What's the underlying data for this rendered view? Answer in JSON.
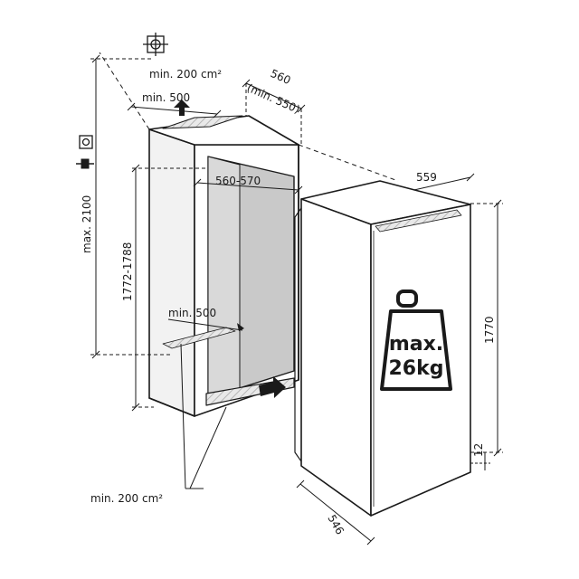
{
  "labels": {
    "vent_top_area": "min. 200 cm²",
    "vent_top_depth": "min. 500",
    "niche_depth": "560",
    "niche_depth_min": "(min. 550)",
    "niche_height_max": "max. 2100",
    "niche_width": "560-570",
    "niche_height": "1772-1788",
    "vent_bottom_depth": "min. 500",
    "vent_bottom_area": "min. 200 cm²",
    "appliance_width": "559",
    "appliance_height": "1770",
    "appliance_depth": "546",
    "plinth_gap": "12",
    "weight_line1": "max.",
    "weight_line2": "26kg"
  },
  "colors": {
    "line": "#1a1a1a",
    "niche_interior": "#c8c8c8",
    "niche_wall": "#e6e6e6",
    "hatch": "#b5b5b5"
  },
  "icons": [
    "ground-symbol-icon",
    "power-plug-icon",
    "socket-icon",
    "airflow-arrow-icon",
    "weight-icon"
  ]
}
